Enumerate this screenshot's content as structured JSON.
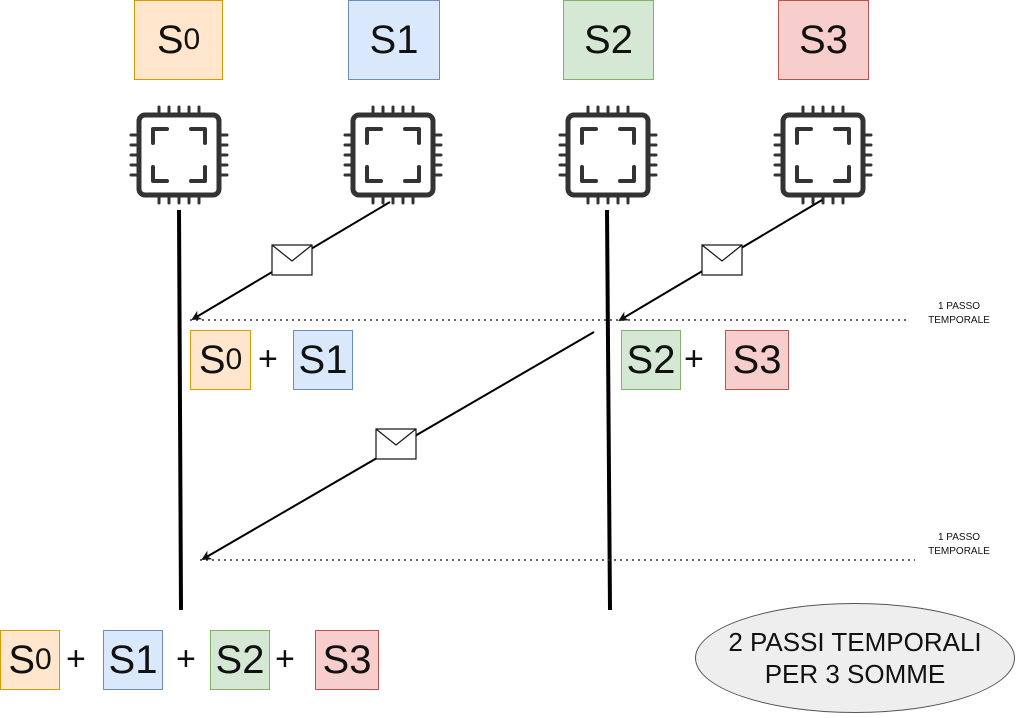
{
  "nodes": [
    {
      "label": "S",
      "sub": "0"
    },
    {
      "label": "S1",
      "sub": ""
    },
    {
      "label": "S2",
      "sub": ""
    },
    {
      "label": "S3",
      "sub": ""
    }
  ],
  "step1": {
    "left": {
      "a": "S",
      "a_sub": "0",
      "plus": "+",
      "b": "S1"
    },
    "right": {
      "a": "S2",
      "plus": "+",
      "b": "S3"
    }
  },
  "final": {
    "a": "S",
    "a_sub": "0",
    "plus1": "+",
    "b": "S1",
    "plus2": "+",
    "c": "S2",
    "plus3": "+",
    "d": "S3"
  },
  "step_labels": [
    {
      "line1": "1 PASSO",
      "line2": "TEMPORALE"
    },
    {
      "line1": "1 PASSO",
      "line2": "TEMPORALE"
    }
  ],
  "summary": {
    "line1": "2 PASSI TEMPORALI",
    "line2": "PER 3 SOMME"
  },
  "icons": {
    "processor": "cpu-chip-icon",
    "message": "envelope-icon"
  },
  "colors": {
    "orange_fill": "#ffe6cc",
    "blue_fill": "#dae8fc",
    "green_fill": "#d5e8d4",
    "red_fill": "#f8cecc"
  }
}
